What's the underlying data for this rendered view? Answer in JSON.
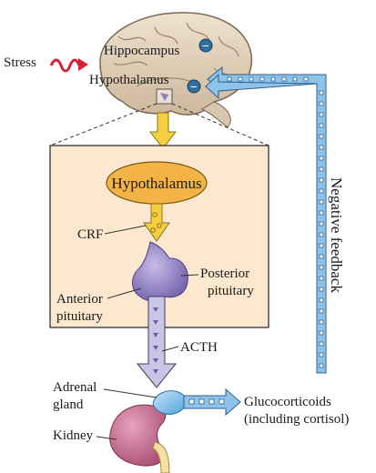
{
  "labels": {
    "stress": "Stress",
    "hippocampus": "Hippocampus",
    "hypothalamus_brain": "Hypothalamus",
    "hypothalamus_box": "Hypothalamus",
    "crf": "CRF",
    "posterior_pituitary_1": "Posterior",
    "posterior_pituitary_2": "pituitary",
    "anterior_pituitary_1": "Anterior",
    "anterior_pituitary_2": "pituitary",
    "acth": "ACTH",
    "adrenal_gland_1": "Adrenal",
    "adrenal_gland_2": "gland",
    "kidney": "Kidney",
    "glucocorticoids_1": "Glucocorticoids",
    "glucocorticoids_2": "(including cortisol)",
    "negative_feedback": "Negative feedback",
    "inhibit_symbol": "−"
  },
  "colors": {
    "box_fill": "#fbe8cf",
    "hypothalamus_fill": "#f3b345",
    "arrow_yellow": "#f5cf3d",
    "arrow_lilac": "#c9c5e4",
    "feedback_blue": "#8fc4ea",
    "kidney": "#c46a8e",
    "adrenal": "#8cc6ee",
    "stress": "#d6213a"
  }
}
